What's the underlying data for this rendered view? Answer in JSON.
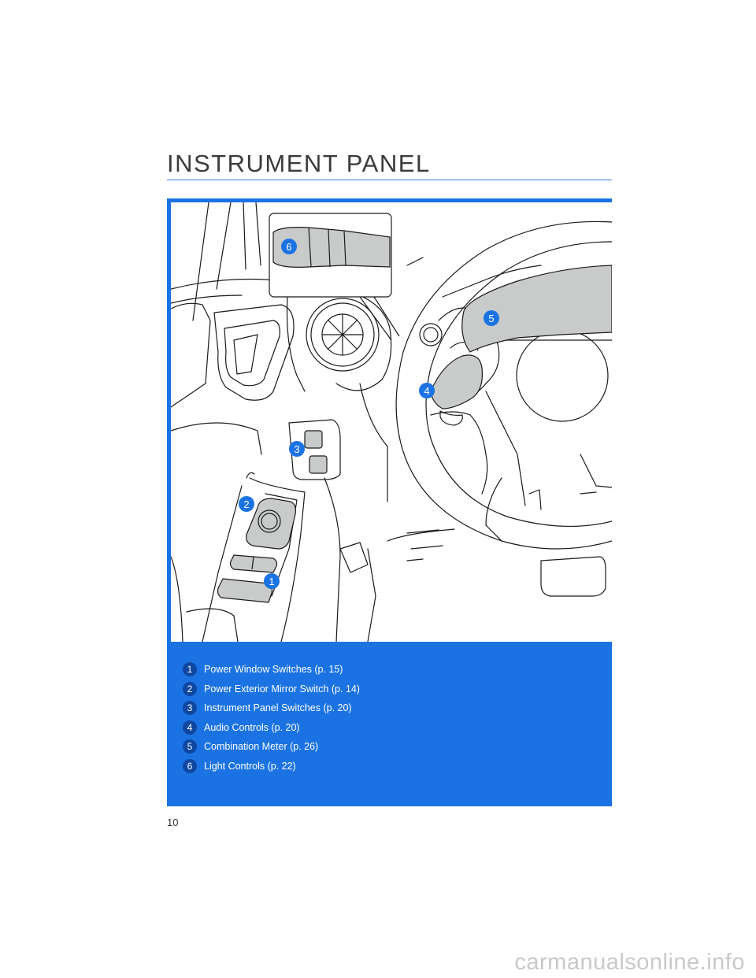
{
  "page": {
    "title": "INSTRUMENT PANEL",
    "page_number": "10",
    "watermark": "carmanualsonline.info"
  },
  "callouts": {
    "c1": "1",
    "c2": "2",
    "c3": "3",
    "c4": "4",
    "c5": "5",
    "c6": "6"
  },
  "legend": [
    {
      "num": "1",
      "label": "Power Window Switches (p. 15)"
    },
    {
      "num": "2",
      "label": "Power Exterior Mirror Switch (p. 14)"
    },
    {
      "num": "3",
      "label": "Instrument Panel Switches (p. 20)"
    },
    {
      "num": "4",
      "label": "Audio Controls (p. 20)"
    },
    {
      "num": "5",
      "label": "Combination Meter (p. 26)"
    },
    {
      "num": "6",
      "label": "Light Controls (p. 22)"
    }
  ],
  "colors": {
    "accent": "#1b73e3",
    "badge": "#0d47a1",
    "highlight_gray": "#c8cbca"
  },
  "icons": [
    "steering-wheel-illustration",
    "dashboard-illustration"
  ]
}
